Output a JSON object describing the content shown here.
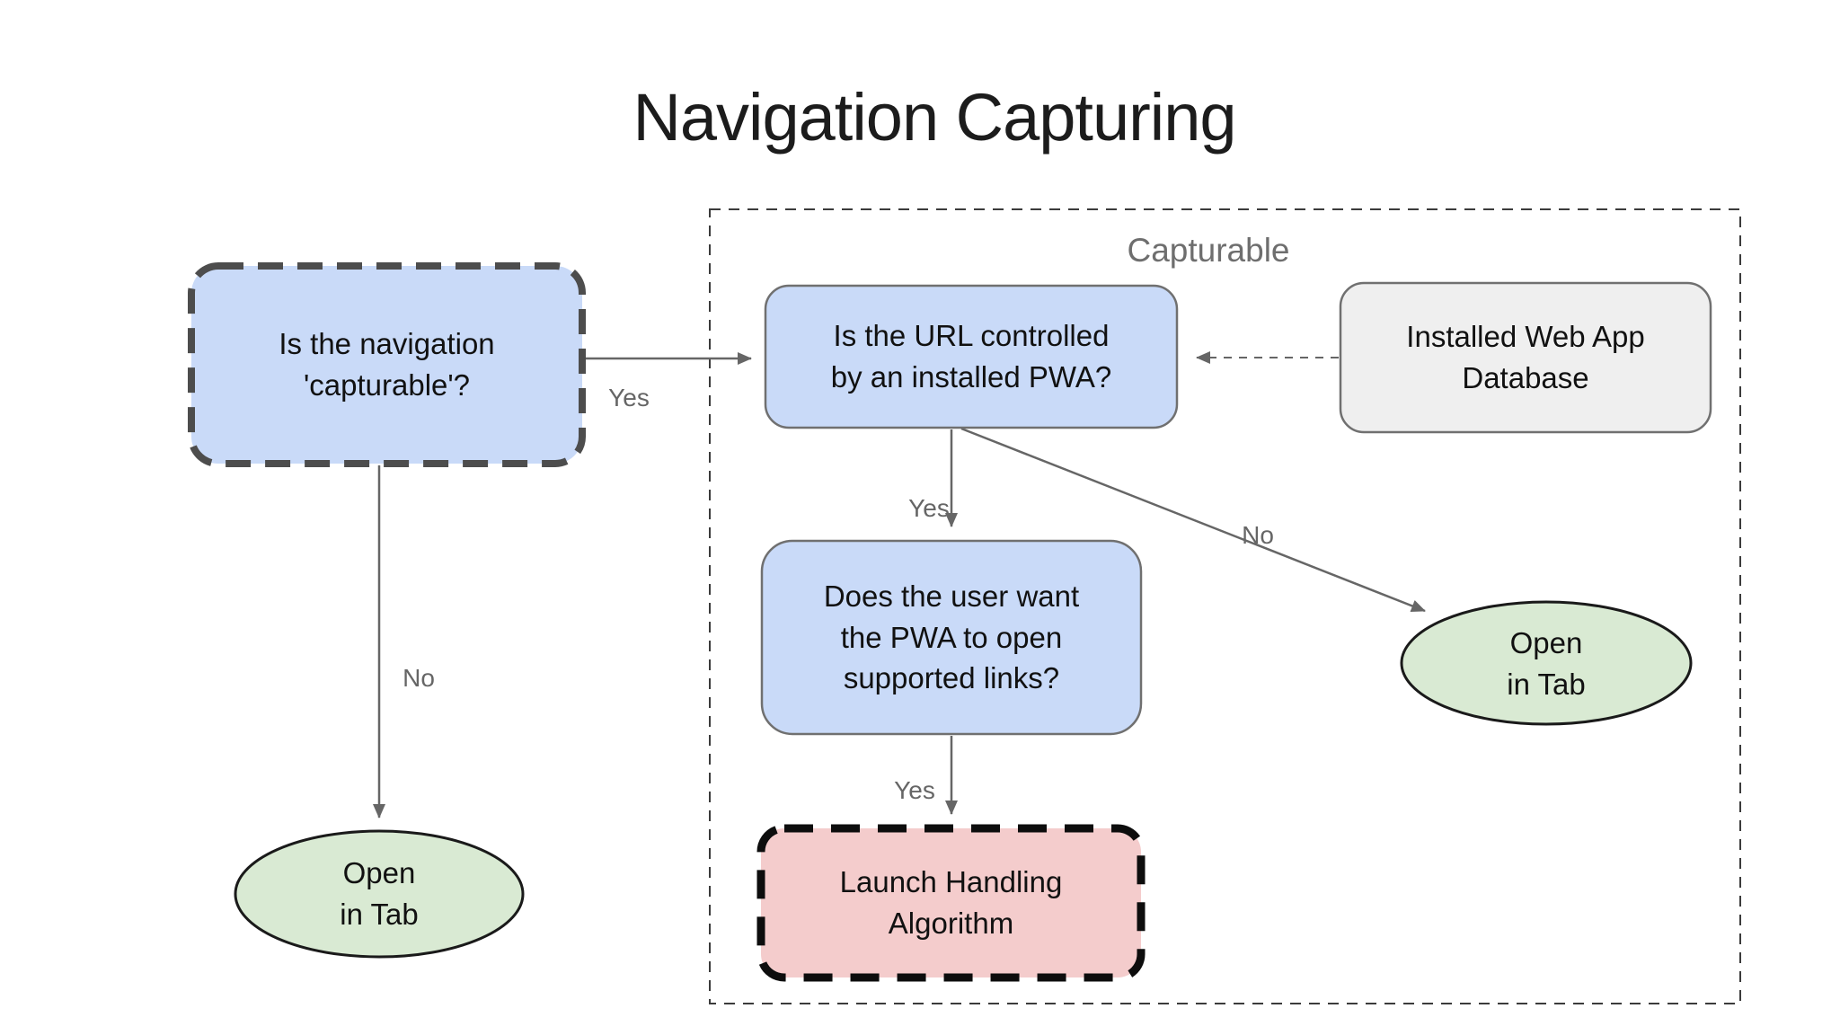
{
  "diagram": {
    "title": "Navigation Capturing",
    "container_label": "Capturable",
    "nodes": {
      "capturable_question": {
        "label": "Is the navigation\n'capturable'?",
        "shape": "rounded-rect-dashed",
        "fill": "#c9daf8"
      },
      "url_controlled_question": {
        "label": "Is the URL controlled\nby an installed PWA?",
        "shape": "rounded-rect",
        "fill": "#c9daf8"
      },
      "installed_web_app_database": {
        "label": "Installed Web App\nDatabase",
        "shape": "rounded-rect",
        "fill": "#efefef"
      },
      "user_wants_question": {
        "label": "Does the user want\nthe PWA to open\nsupported links?",
        "shape": "rounded-rect",
        "fill": "#c9daf8"
      },
      "launch_handling_algorithm": {
        "label": "Launch Handling\nAlgorithm",
        "shape": "rounded-rect-dashed",
        "fill": "#f4cccc"
      },
      "open_in_tab_left": {
        "label": "Open\nin Tab",
        "shape": "ellipse",
        "fill": "#d9ead3"
      },
      "open_in_tab_right": {
        "label": "Open\nin Tab",
        "shape": "ellipse",
        "fill": "#d9ead3"
      }
    },
    "edge_labels": {
      "capturable_yes": "Yes",
      "capturable_no": "No",
      "url_yes": "Yes",
      "url_no": "No",
      "user_yes": "Yes"
    },
    "colors": {
      "node_blue": "#c9daf8",
      "node_green": "#d9ead3",
      "node_pink": "#f4cccc",
      "node_gray": "#efefef",
      "arrow_gray": "#666666",
      "label_gray": "#666666",
      "border_dark": "#4d4d4d",
      "border_black": "#0d0d0d",
      "title_color": "#1c1c1c"
    }
  }
}
